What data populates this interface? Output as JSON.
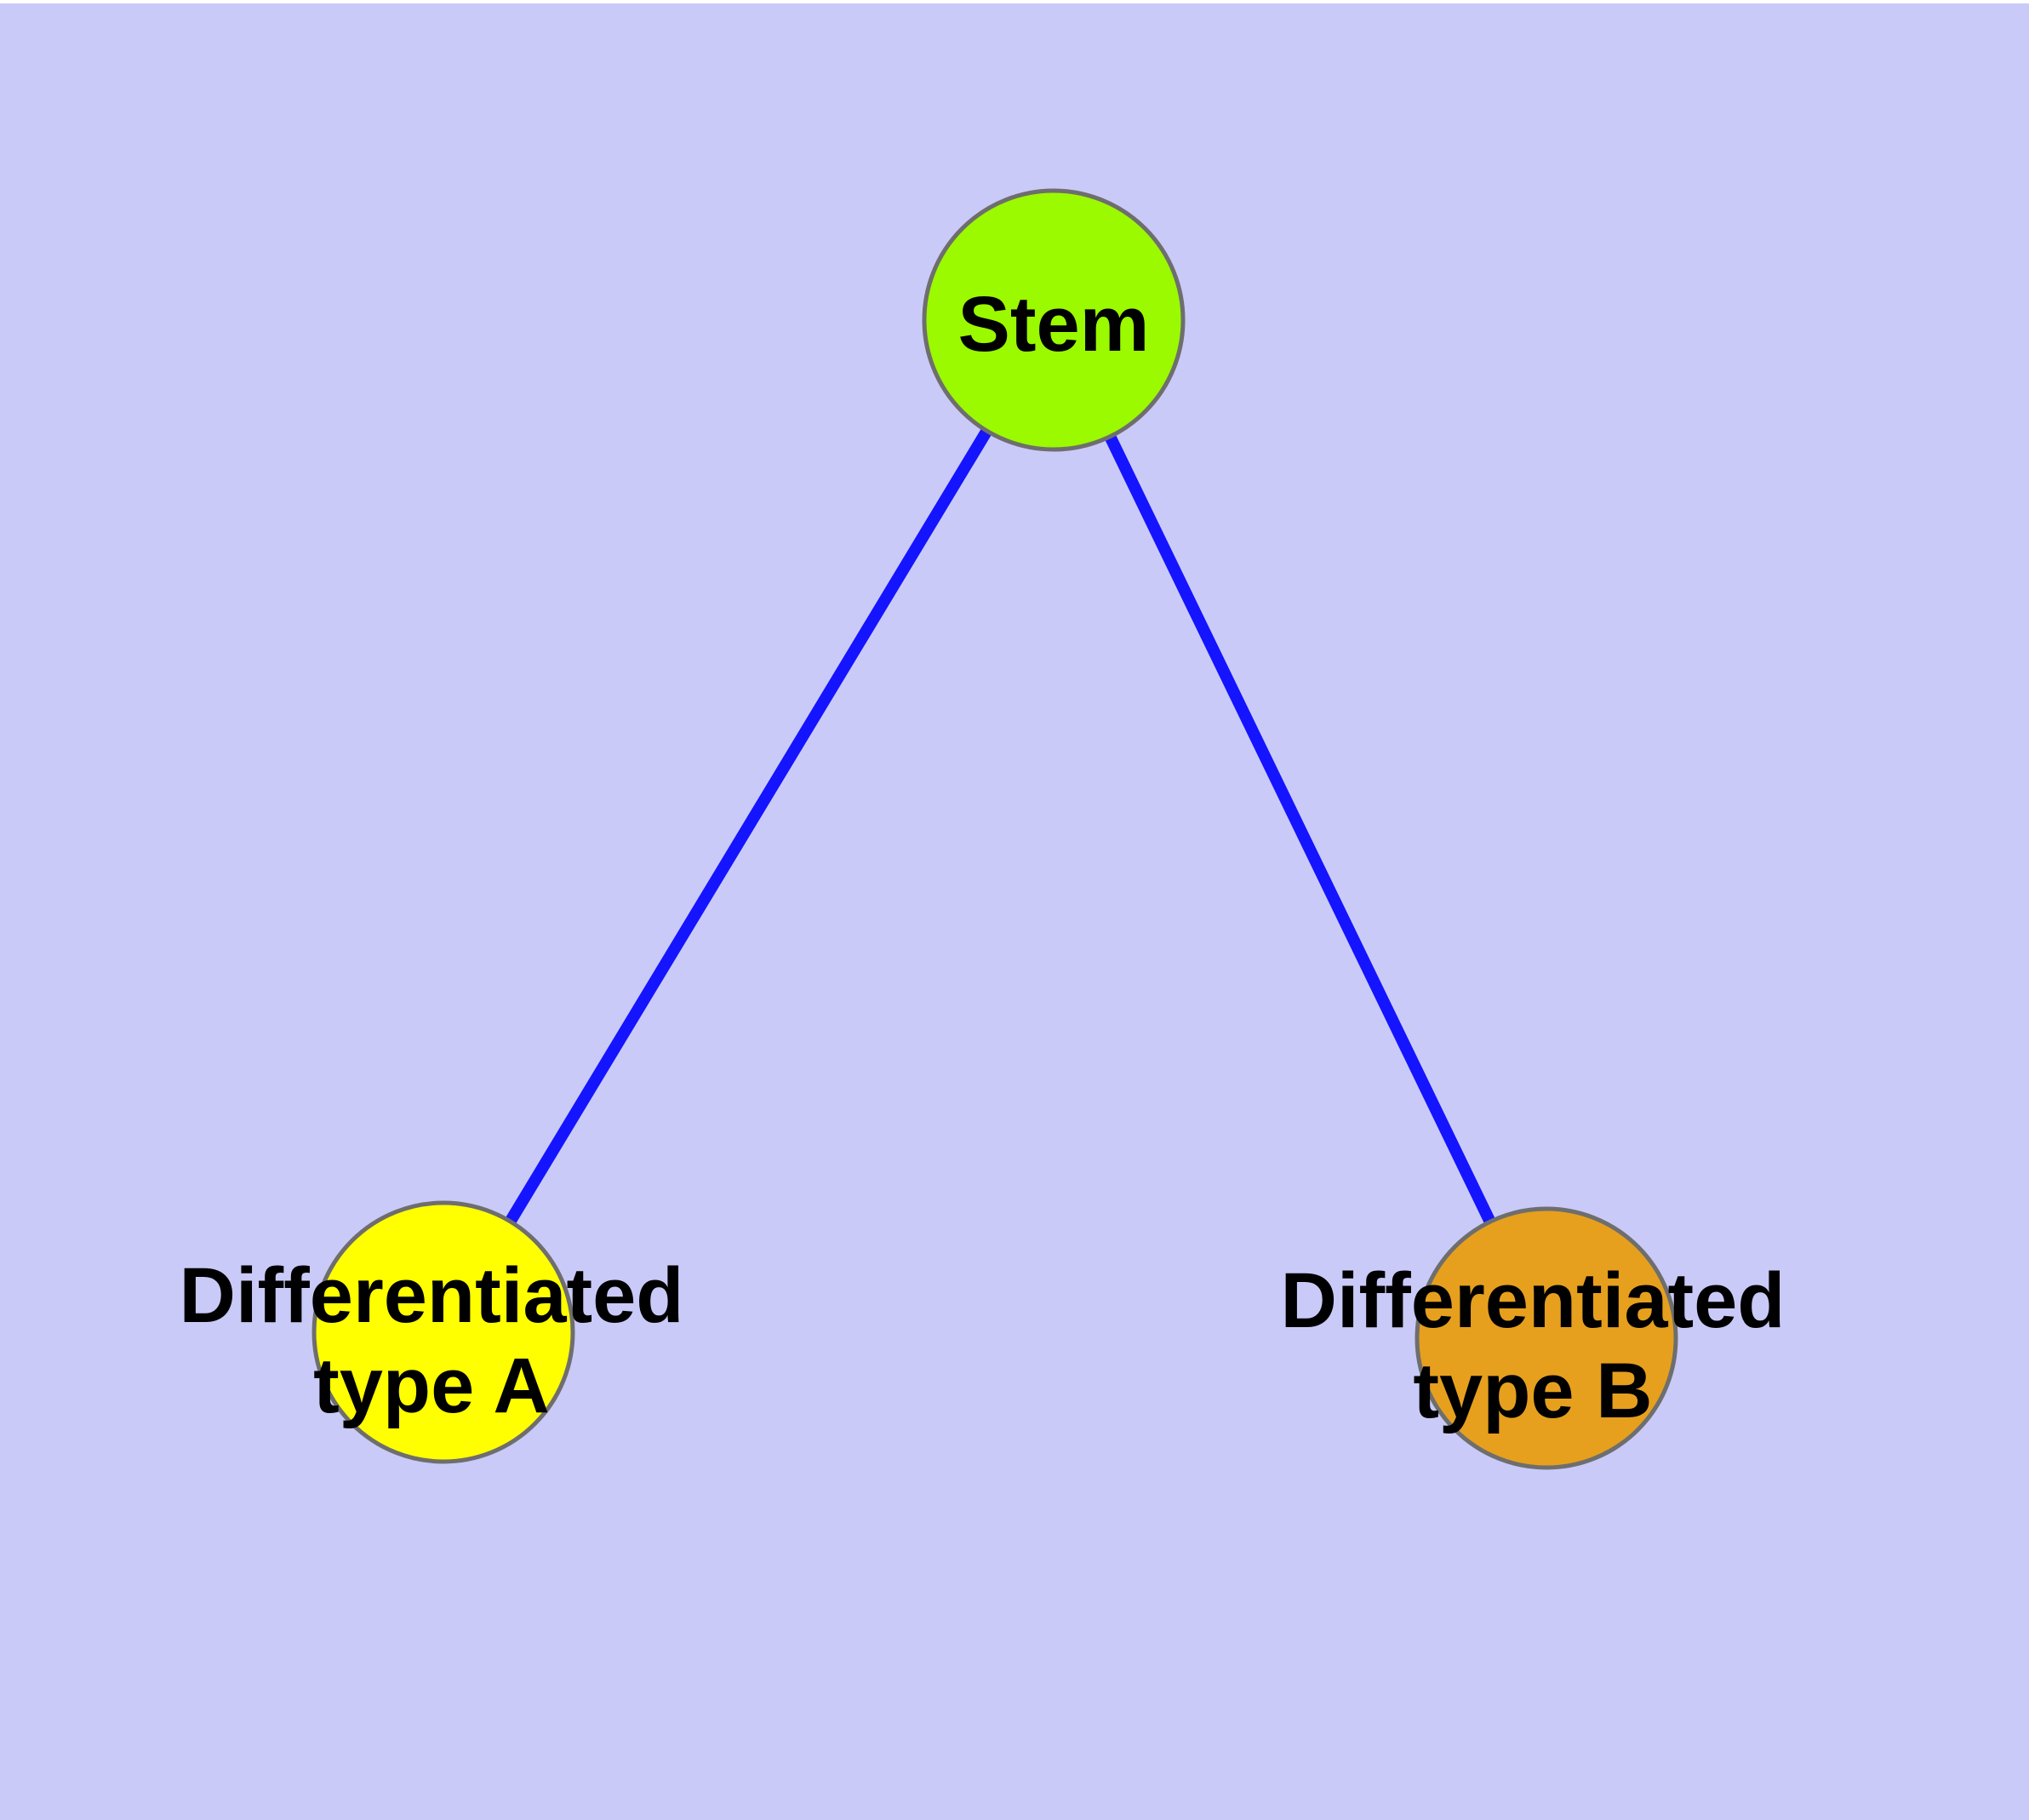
{
  "figure": {
    "type": "graph-diagram",
    "background_color": "#cacaf8",
    "margin_color": "#ffffff"
  },
  "graph": {
    "nodes": [
      {
        "id": "stem",
        "label": "Stem",
        "color": "#9bf900",
        "border_color": "#6e6e6e"
      },
      {
        "id": "type-a",
        "label": "Differentiated\ntype A",
        "color": "#ffff00",
        "border_color": "#6e6e6e"
      },
      {
        "id": "type-b",
        "label": "Differentiated\ntype B",
        "color": "#e6a01e",
        "border_color": "#6e6e6e"
      }
    ],
    "edges": [
      {
        "from": "stem",
        "to": "type-a"
      },
      {
        "from": "stem",
        "to": "type-b"
      }
    ],
    "edge_color": "#1414ff",
    "label_color": "#000000"
  }
}
